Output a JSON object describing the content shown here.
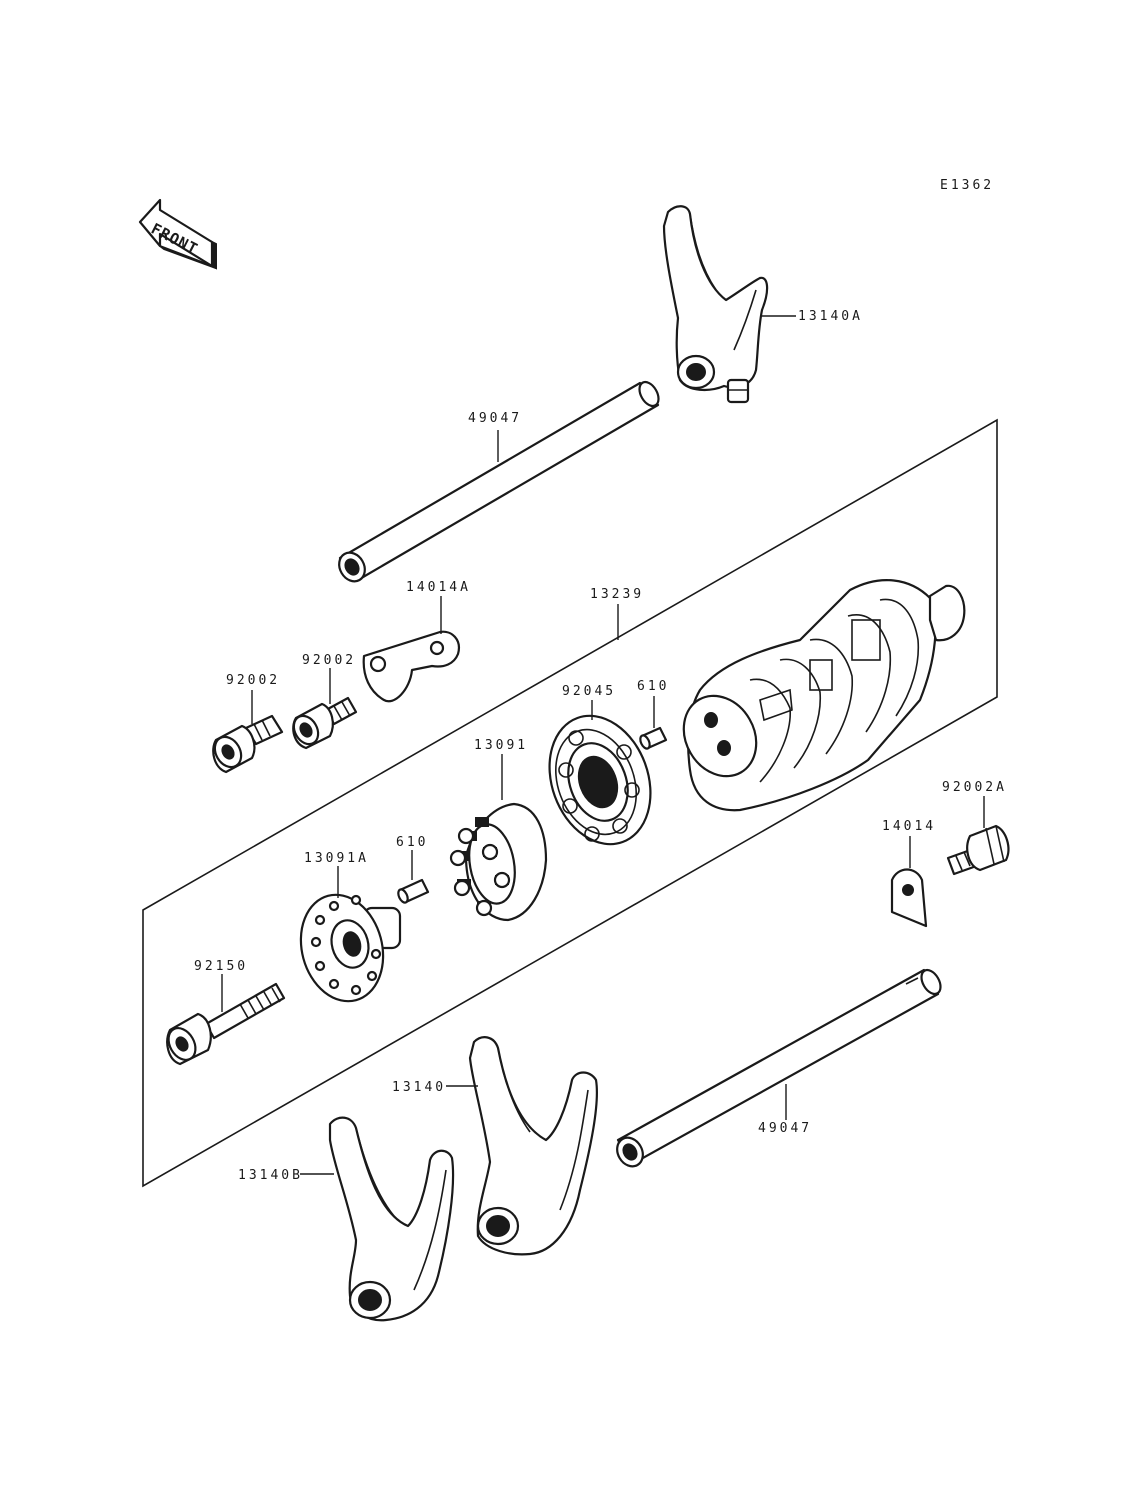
{
  "diagram": {
    "code": "E1362",
    "front_label": "FRONT",
    "labels": {
      "fork_top": "13140A",
      "shaft_top": "49047",
      "plate_top": "14014A",
      "drum": "13239",
      "bolt_left": "92002",
      "bolt_mid": "92002",
      "bearing": "92045",
      "pin_right": "610",
      "pin_wheel": "13091",
      "pin_left": "610",
      "cam_plate": "13091A",
      "bolt_long": "92150",
      "bolt_right": "92002A",
      "plate_right": "14014",
      "fork_mid": "13140",
      "fork_left": "13140B",
      "shaft_bottom": "49047"
    }
  }
}
